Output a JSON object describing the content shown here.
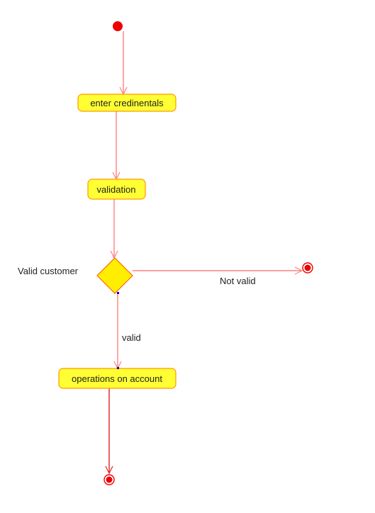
{
  "colors": {
    "activity_fill": "#ffff33",
    "activity_stroke": "#ff9900",
    "edge": "#ff8080",
    "start_node": "#ee0000",
    "end_node": "#ee0000",
    "text": "#222222",
    "port_dot": "#0000cc"
  },
  "nodes": {
    "enter_credentials": "enter credinentals",
    "validation": "validation",
    "operations": "operations on account"
  },
  "decision": {
    "label": "Valid customer",
    "branch_valid": "valid",
    "branch_not_valid": "Not valid"
  }
}
